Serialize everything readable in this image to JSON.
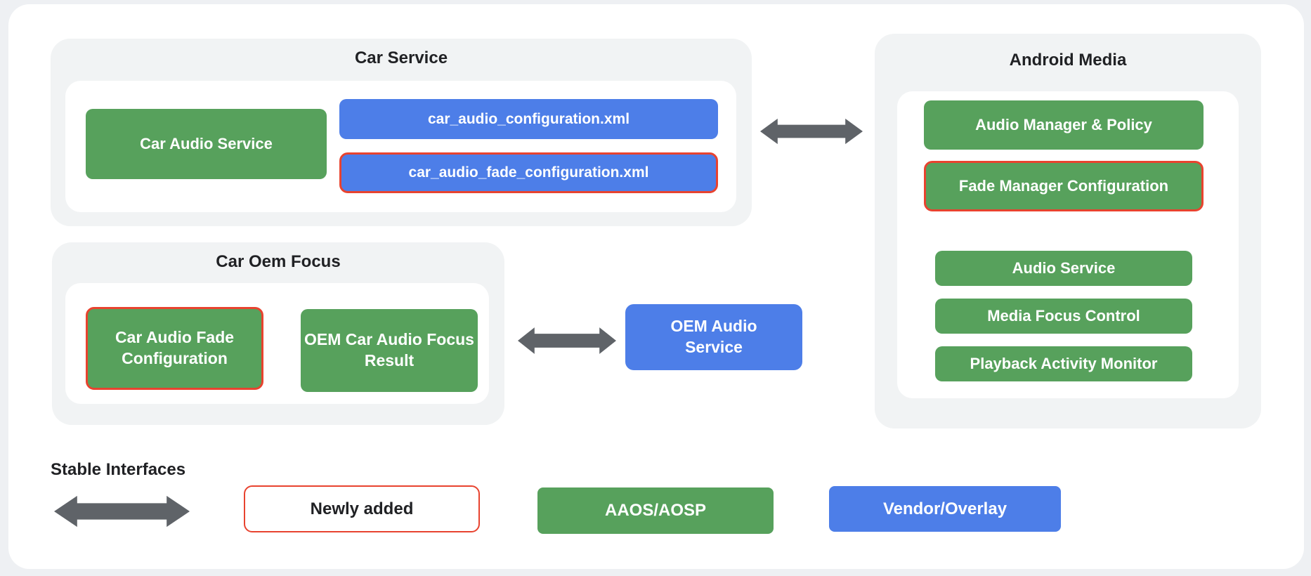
{
  "colors": {
    "page_background": "#eef0f3",
    "card_background": "#ffffff",
    "group_background": "#f1f3f4",
    "aaos_green": "#57a15c",
    "vendor_blue": "#4d7ee8",
    "newly_added_red": "#e8432f",
    "arrow_gray": "#5f6368",
    "title_text": "#202124"
  },
  "groups": {
    "car_service": {
      "title": "Car Service",
      "boxes": {
        "car_audio_service": {
          "label": "Car Audio Service"
        },
        "car_audio_configuration": {
          "label": "car_audio_configuration.xml"
        },
        "car_audio_fade_configuration": {
          "label": "car_audio_fade_configuration.xml"
        }
      }
    },
    "android_media": {
      "title": "Android Media",
      "boxes": {
        "audio_manager_policy": {
          "label": "Audio Manager & Policy"
        },
        "fade_manager_configuration": {
          "label": "Fade Manager Configuration"
        },
        "audio_service": {
          "label": "Audio Service"
        },
        "media_focus_control": {
          "label": "Media Focus Control"
        },
        "playback_activity_monitor": {
          "label": "Playback Activity Monitor"
        }
      }
    },
    "car_oem_focus": {
      "title": "Car Oem Focus",
      "boxes": {
        "car_audio_fade_configuration": {
          "label": "Car Audio Fade Configuration"
        },
        "oem_car_audio_focus_result": {
          "label": "OEM Car Audio Focus Result"
        }
      }
    }
  },
  "standalone": {
    "oem_audio_service": {
      "label": "OEM Audio Service"
    }
  },
  "legend": {
    "stable_interfaces_label": "Stable Interfaces",
    "newly_added_label": "Newly added",
    "aaos_aosp_label": "AAOS/AOSP",
    "vendor_overlay_label": "Vendor/Overlay"
  }
}
